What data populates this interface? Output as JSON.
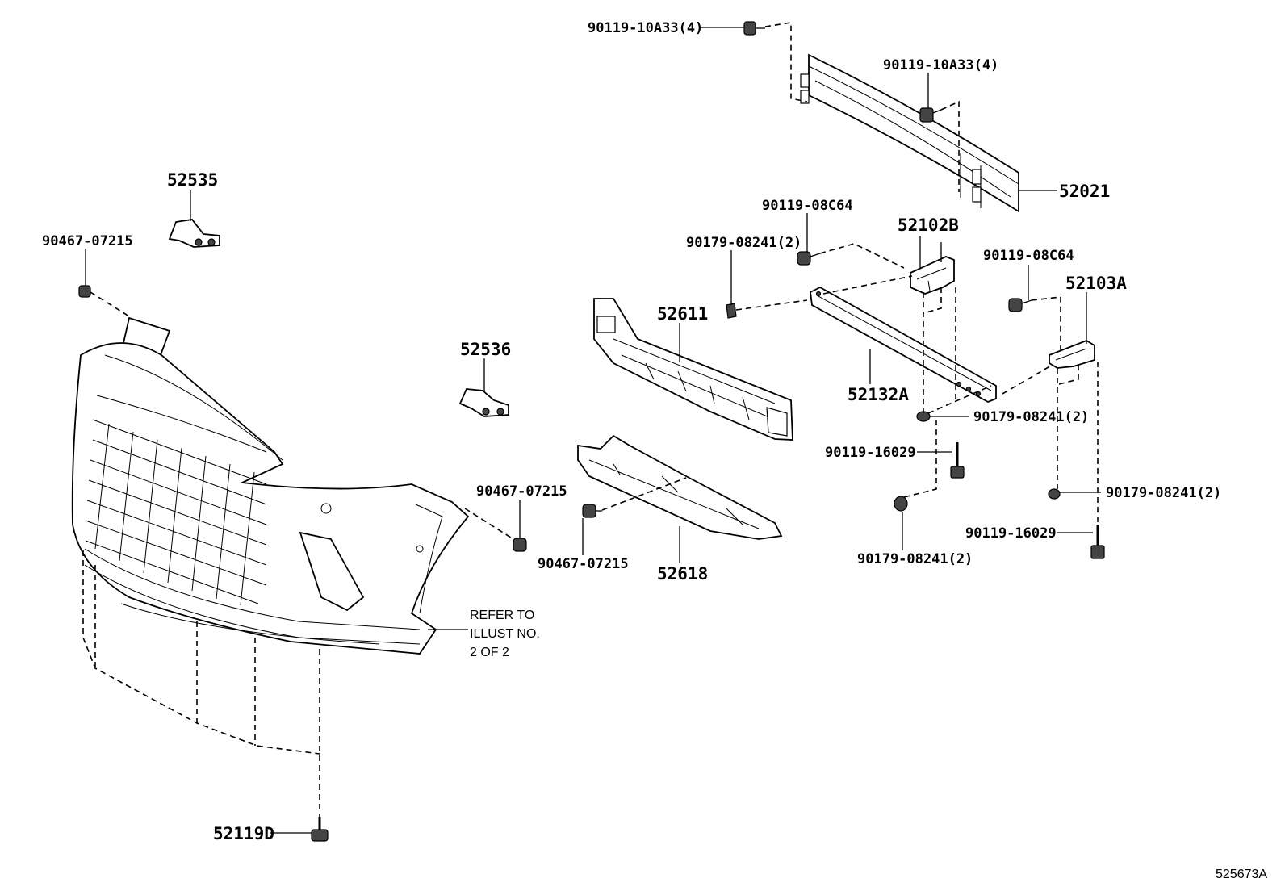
{
  "labels": {
    "bolt_90119_10A33_top": "90119-10A33(4)",
    "bolt_90119_10A33_right": "90119-10A33(4)",
    "reinforcement_52021": "52021",
    "part_52535": "52535",
    "clip_90467_07215_left": "90467-07215",
    "bolt_90119_08C64_a": "90119-08C64",
    "bracket_52102B": "52102B",
    "nut_90179_08241_a": "90179-08241(2)",
    "bolt_90119_08C64_b": "90119-08C64",
    "bracket_52103A": "52103A",
    "absorber_52611": "52611",
    "part_52536": "52536",
    "retainer_52132A": "52132A",
    "nut_90179_08241_b": "90179-08241(2)",
    "bolt_90119_16029_a": "90119-16029",
    "clip_90467_07215_mid": "90467-07215",
    "nut_90179_08241_c": "90179-08241(2)",
    "bolt_90119_16029_b": "90119-16029",
    "clip_90467_07215_low": "90467-07215",
    "cover_52618": "52618",
    "nut_90179_08241_d": "90179-08241(2)",
    "screw_52119D": "52119D"
  },
  "note": {
    "line1": "REFER TO",
    "line2": "ILLUST NO.",
    "line3": "2 OF 2"
  },
  "illustration_code": "525673A"
}
